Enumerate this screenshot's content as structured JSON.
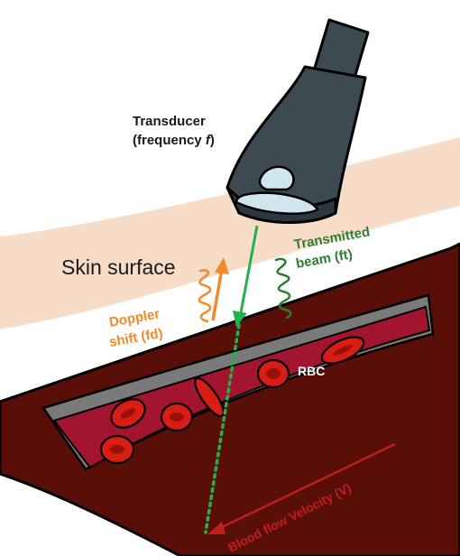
{
  "labels": {
    "transducer_line1": "Transducer",
    "transducer_line2": "(frequency ",
    "transducer_f": "f",
    "transducer_close": ")",
    "skin_surface": "Skin surface",
    "transmitted_line1": "Transmitted",
    "transmitted_line2": "beam (ft)",
    "doppler_line1": "Doppler",
    "doppler_line2": "shift (fd)",
    "rbc": "RBC",
    "blood_flow": "Blood flow Velocity (V)"
  },
  "colors": {
    "skin": "#f7dcc8",
    "tissue": "#5a0e08",
    "tissue_stroke": "#000000",
    "vessel_inner": "#a3152f",
    "vessel_wall": "#7a7a7a",
    "rbc_fill": "#d81e14",
    "rbc_dark": "#9a0f0a",
    "transducer_body": "#3d4a52",
    "transducer_lens": "#cfe6ee",
    "transmitted_green": "#2e7d32",
    "beam_green": "#22b14c",
    "doppler_orange": "#f08a2c",
    "flow_red": "#c0201a",
    "label_dark": "#1a1a1a"
  }
}
